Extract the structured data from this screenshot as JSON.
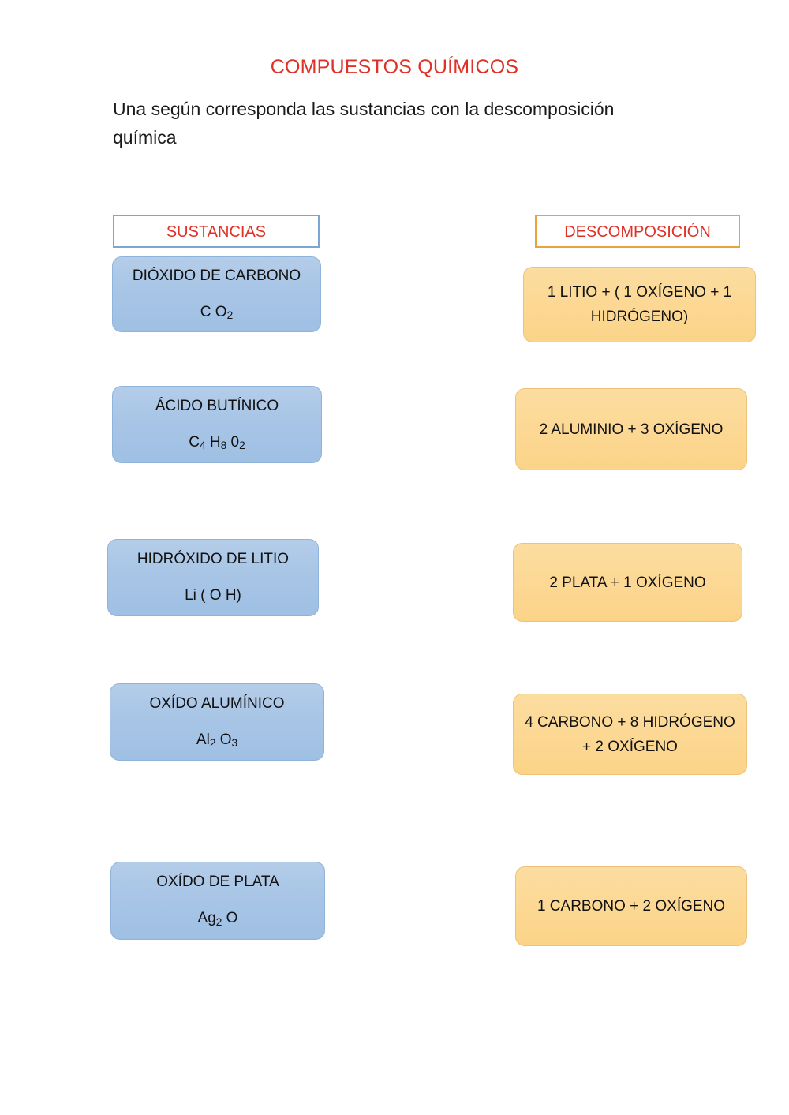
{
  "worksheet": {
    "title": "COMPUESTOS QUÍMICOS",
    "instruction": "Una según corresponda las sustancias con la descomposición química",
    "title_color": "#e03127",
    "substance_card_color": "#a8c5e6",
    "decomposition_card_color": "#fbd894"
  },
  "columns": {
    "substances_header": "SUSTANCIAS",
    "decomposition_header": "DESCOMPOSICIÓN"
  },
  "substances": [
    {
      "name": "DIÓXIDO DE CARBONO",
      "formula_html": "C O<sub>2</sub>"
    },
    {
      "name": "ÁCIDO BUTÍNICO",
      "formula_html": "C<sub>4</sub> H<sub>8</sub> 0<sub>2</sub>"
    },
    {
      "name": "HIDRÓXIDO DE LITIO",
      "formula_html": "Li ( O H)"
    },
    {
      "name": "OXÍDO ALUMÍNICO",
      "formula_html": "Al<sub>2</sub> O<sub>3</sub>"
    },
    {
      "name": "OXÍDO DE PLATA",
      "formula_html": "Ag<sub>2</sub> O"
    }
  ],
  "decompositions": [
    {
      "text": "1 LITIO + ( 1 OXÍGENO + 1 HIDRÓGENO)"
    },
    {
      "text": "2 ALUMINIO + 3 OXÍGENO"
    },
    {
      "text": "2 PLATA + 1 OXÍGENO"
    },
    {
      "text": "4 CARBONO + 8 HIDRÓGENO + 2 OXÍGENO"
    },
    {
      "text": "1 CARBONO + 2 OXÍGENO"
    }
  ]
}
